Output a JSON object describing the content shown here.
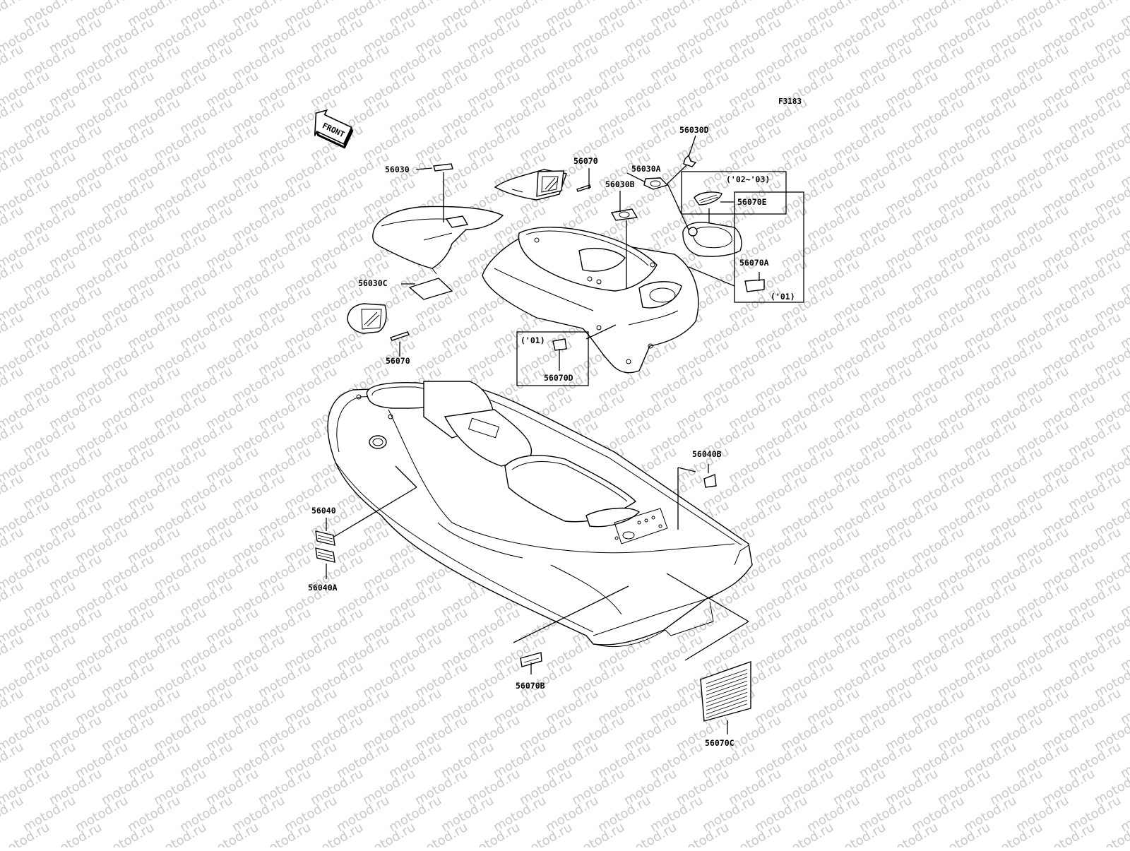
{
  "diagram": {
    "figure_code": "F3183",
    "front_marker": "FRONT",
    "watermark": "motod.ru",
    "labels": {
      "p56030": "56030",
      "p56030A": "56030A",
      "p56030B": "56030B",
      "p56030C": "56030C",
      "p56030D": "56030D",
      "p56070_top": "56070",
      "p56070_left": "56070",
      "p56070A": "56070A",
      "p56070B": "56070B",
      "p56070C": "56070C",
      "p56070D": "56070D",
      "p56070E": "56070E",
      "p56040": "56040",
      "p56040A": "56040A",
      "p56040B": "56040B",
      "yr_02_03": "('02~'03)",
      "yr_01_right": "('01)",
      "yr_01_left": "('01)"
    }
  }
}
